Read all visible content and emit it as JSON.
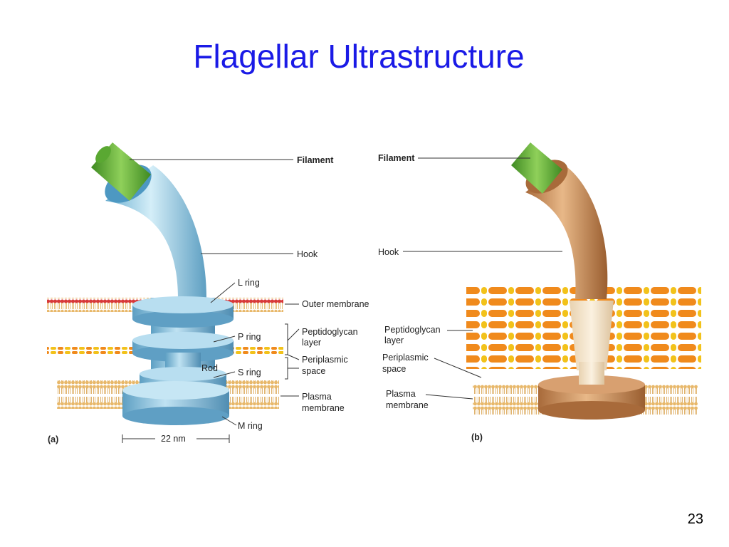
{
  "slide": {
    "title": "Flagellar Ultrastructure",
    "page_number": "23"
  },
  "panel_a": {
    "tag": "(a)",
    "labels": {
      "filament": "Filament",
      "hook": "Hook",
      "l_ring": "L ring",
      "outer_membrane": "Outer membrane",
      "p_ring": "P ring",
      "peptidoglycan_1": "Peptidoglycan",
      "peptidoglycan_2": "layer",
      "rod": "Rod",
      "s_ring": "S ring",
      "periplasmic_1": "Periplasmic",
      "periplasmic_2": "space",
      "plasma_1": "Plasma",
      "plasma_2": "membrane",
      "m_ring": "M ring",
      "scale": "22 nm"
    }
  },
  "panel_b": {
    "tag": "(b)",
    "labels": {
      "filament": "Filament",
      "hook": "Hook",
      "peptidoglycan_1": "Peptidoglycan",
      "peptidoglycan_2": "layer",
      "periplasmic_1": "Periplasmic",
      "periplasmic_2": "space",
      "plasma_1": "Plasma",
      "plasma_2": "membrane"
    }
  },
  "colors": {
    "title": "#1a1ae6",
    "filament_green": "#5aa832",
    "hook_blue": "#8ec7e0",
    "hook_tan": "#c98a55",
    "outer_membrane_red": "#d8393a",
    "lipid_tan": "#e8b86a",
    "peptidoglycan_orange": "#f08a1c",
    "peptidoglycan_yellow": "#f2c21a"
  }
}
